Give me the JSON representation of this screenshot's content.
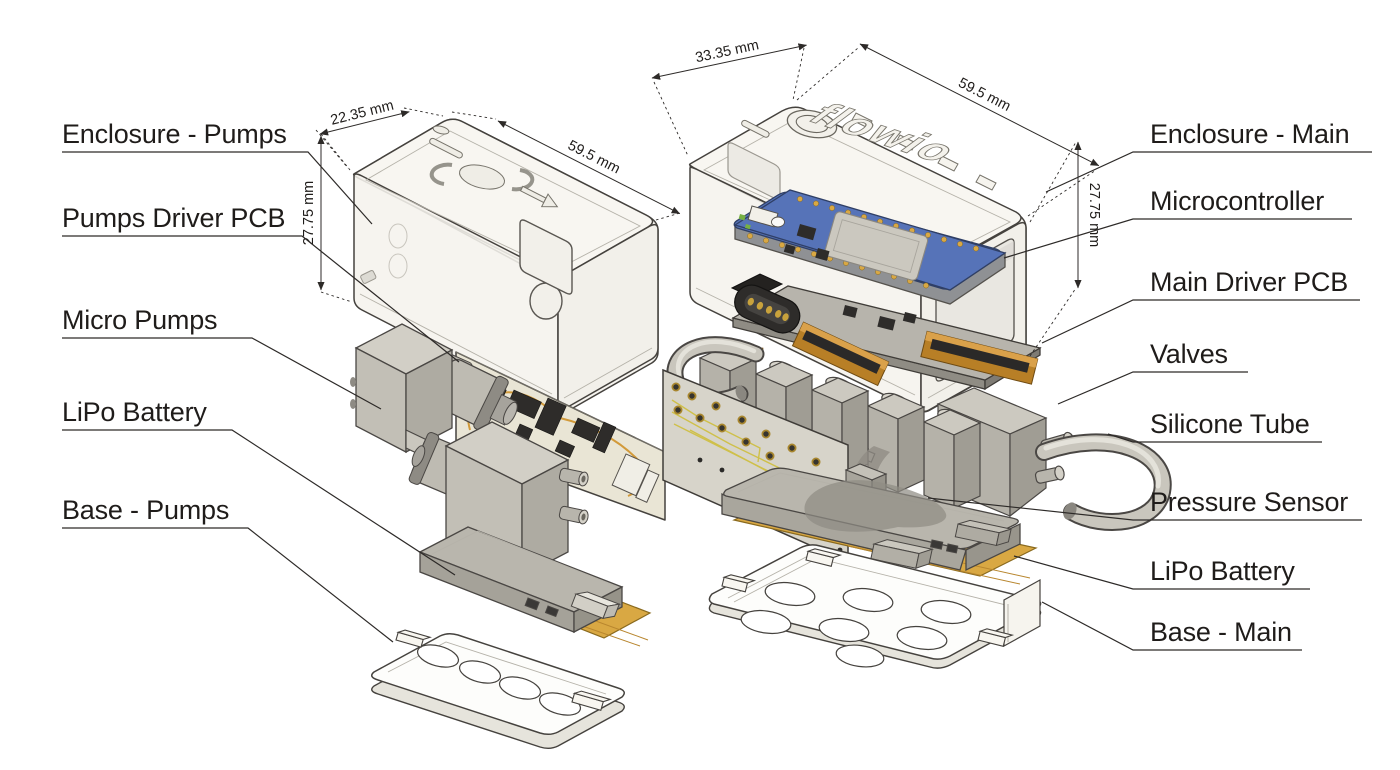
{
  "figure": {
    "background": "#ffffff",
    "left_assembly": {
      "callouts": [
        "Enclosure - Pumps",
        "Pumps Driver PCB",
        "Micro Pumps",
        "LiPo Battery",
        "Base - Pumps"
      ],
      "dimensions": {
        "width_short": "22.35 mm",
        "length": "59.5 mm",
        "height": "27.75 mm"
      }
    },
    "right_assembly": {
      "callouts": [
        "Enclosure - Main",
        "Microcontroller",
        "Main Driver PCB",
        "Valves",
        "Silicone Tube",
        "Pressure Sensor",
        "LiPo Battery",
        "Base - Main"
      ],
      "dimensions": {
        "width_short": "33.35 mm",
        "length": "59.5 mm",
        "height": "27.75 mm"
      },
      "enclosure_logo": "flowio"
    },
    "colors": {
      "line": "#2d2a28",
      "label_text": "#1f1c1a",
      "enclosure_fill": "#f7f5f0",
      "pcb_ivory": "#e9e5d5",
      "trace_orange": "#d29a3a",
      "mcu_blue": "#5673b8",
      "copper": "#c8872e",
      "gold": "#d9a844",
      "metal_gray": "#b5b2a9",
      "trace_yellow": "#cfc04a"
    }
  }
}
